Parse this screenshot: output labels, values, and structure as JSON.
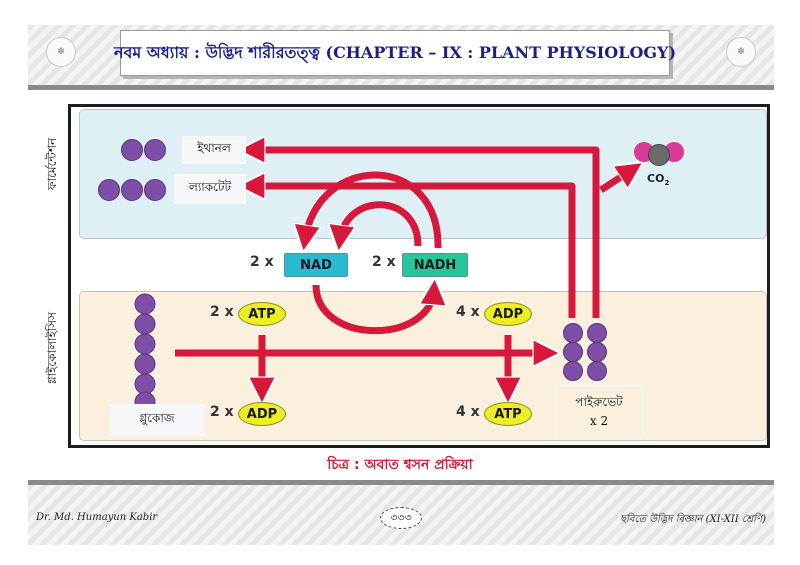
{
  "header": {
    "title": "নবম অধ্যায় : উদ্ভিদ শারীরতত্ত্ব (CHAPTER – IX : PLANT PHYSIOLOGY)"
  },
  "diagram": {
    "section_fermentation": "ফার্মেন্টেশন",
    "section_glycolysis": "গ্লাইকোলাইসিস",
    "ethanol": "ইথানল",
    "lactate": "ল্যাকটেট",
    "co2": "CO",
    "co2_sub": "2",
    "nad_mult": "2 x",
    "nad": "NAD",
    "nadh_mult": "2 x",
    "nadh": "NADH",
    "atp_in_mult": "2 x",
    "atp_in": "ATP",
    "adp_out_mult": "2 x",
    "adp_out": "ADP",
    "adp_in_mult": "4 x",
    "adp_in": "ADP",
    "atp_out_mult": "4 x",
    "atp_out": "ATP",
    "glucose": "গ্লুকোজ",
    "pyruvate": "পাইরুভেট",
    "pyruvate_count": "x 2",
    "colors": {
      "arrow": "#d7183d",
      "molecule": "#7d4ea6",
      "nad_fill": "#29bad3",
      "nadh_fill": "#26c59a",
      "co2_carbon": "#6a6a6a",
      "co2_oxygen": "#d83a96"
    }
  },
  "caption": "চিত্র : অবাত শ্বসন প্রক্রিয়া",
  "footer": {
    "author": "Dr. Md. Humayun Kabir",
    "page_number": "৩৩৩",
    "book": "ছবিতে উদ্ভিদ বিজ্ঞান (XI-XII শ্রেণি)"
  }
}
